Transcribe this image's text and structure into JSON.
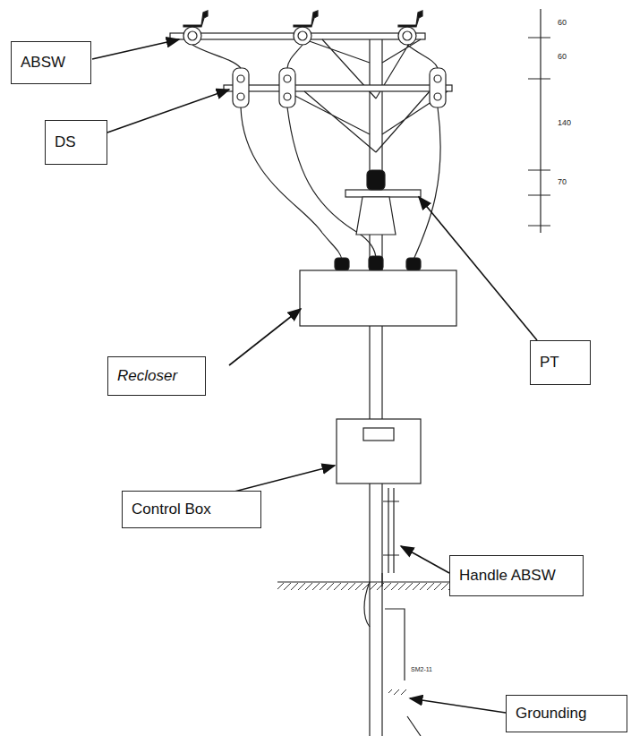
{
  "diagram": {
    "nodes": [
      {
        "text": [
          "ABSW"
        ]
      },
      {
        "text": [
          "DS"
        ]
      },
      {
        "text": [
          "PT"
        ]
      },
      {
        "text": [
          "Recloser"
        ]
      },
      {
        "text": [
          "Control Box"
        ]
      },
      {
        "text": [
          "Handle ABSW"
        ]
      },
      {
        "text": [
          "Grounding"
        ]
      }
    ],
    "labels": [
      "60",
      "60",
      "140",
      "70",
      "SM2-11"
    ]
  }
}
